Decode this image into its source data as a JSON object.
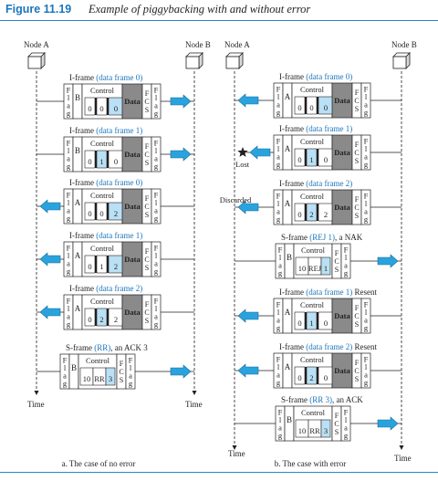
{
  "figure": {
    "number": "Figure 11.19",
    "caption": "Example of piggybacking with and without error"
  },
  "panel_a": {
    "node_left": "Node A",
    "node_right": "Node B",
    "time_left": "Time",
    "time_right": "Time",
    "caption": "a. The case of no error",
    "frames": [
      {
        "type": "I",
        "prefix": "I-frame ",
        "detail": "(data frame 0)",
        "suffix": "",
        "addr": "B",
        "fields": [
          "0",
          "0",
          "0"
        ],
        "hl": [
          2
        ],
        "dir": "right"
      },
      {
        "type": "I",
        "prefix": "I-frame ",
        "detail": "(data frame 1)",
        "suffix": "",
        "addr": "B",
        "fields": [
          "0",
          "1",
          "0"
        ],
        "hl": [
          1
        ],
        "dir": "right"
      },
      {
        "type": "I",
        "prefix": "I-frame ",
        "detail": "(data frame 0)",
        "suffix": "",
        "addr": "A",
        "fields": [
          "0",
          "0",
          "2"
        ],
        "hl": [
          2
        ],
        "dir": "left"
      },
      {
        "type": "I",
        "prefix": "I-frame ",
        "detail": "(data frame 1)",
        "suffix": "",
        "addr": "A",
        "fields": [
          "0",
          "1",
          "2"
        ],
        "hl": [
          2
        ],
        "dir": "left"
      },
      {
        "type": "I",
        "prefix": "I-frame ",
        "detail": "(data frame 2)",
        "suffix": "",
        "addr": "A",
        "fields": [
          "0",
          "2",
          "2"
        ],
        "hl": [
          1
        ],
        "dir": "left"
      },
      {
        "type": "S",
        "prefix": "S-frame ",
        "detail": "(RR)",
        "suffix": ", an ACK 3",
        "addr": "B",
        "fields": [
          "10",
          "RR",
          "3"
        ],
        "hl": [
          2
        ],
        "dir": "right"
      }
    ]
  },
  "panel_b": {
    "node_left": "Node A",
    "node_right": "Node B",
    "time_left": "Time",
    "time_right": "Time",
    "caption": "b. The case with error",
    "lost_label": "Lost",
    "discarded_label": "Discarded",
    "frames": [
      {
        "type": "I",
        "prefix": "I-frame ",
        "detail": "(data frame 0)",
        "suffix": "",
        "addr": "A",
        "fields": [
          "0",
          "0",
          "0"
        ],
        "hl": [
          2
        ],
        "dir": "left"
      },
      {
        "type": "I",
        "prefix": "I-frame ",
        "detail": "(data frame 1)",
        "suffix": "",
        "addr": "A",
        "fields": [
          "0",
          "1",
          "0"
        ],
        "hl": [
          1
        ],
        "dir": "left",
        "status": "lost"
      },
      {
        "type": "I",
        "prefix": "I-frame ",
        "detail": "(data frame 2)",
        "suffix": "",
        "addr": "A",
        "fields": [
          "0",
          "2",
          "2"
        ],
        "hl": [
          1
        ],
        "dir": "left",
        "status": "discarded"
      },
      {
        "type": "S",
        "prefix": "S-frame ",
        "detail": "(REJ 1)",
        "suffix": ", a NAK",
        "addr": "B",
        "fields": [
          "10",
          "REJ",
          "1"
        ],
        "hl": [
          2
        ],
        "dir": "right"
      },
      {
        "type": "I",
        "prefix": "I-frame ",
        "detail": "(data frame 1)",
        "suffix": " Resent",
        "addr": "A",
        "fields": [
          "0",
          "1",
          "0"
        ],
        "hl": [
          1
        ],
        "dir": "left"
      },
      {
        "type": "I",
        "prefix": "I-frame ",
        "detail": "(data frame 2)",
        "suffix": " Resent",
        "addr": "A",
        "fields": [
          "0",
          "2",
          "0"
        ],
        "hl": [
          1
        ],
        "dir": "left"
      },
      {
        "type": "S",
        "prefix": "S-frame ",
        "detail": "(RR 3)",
        "suffix": ", an ACK",
        "addr": "B",
        "fields": [
          "10",
          "RR",
          "3"
        ],
        "hl": [
          2
        ],
        "dir": "right"
      }
    ]
  },
  "labels": {
    "flag_text": "Flag",
    "control_text": "Control",
    "data_text": "Data",
    "fcs_text": "FCS"
  },
  "colors": {
    "accent": "#1b75bb",
    "field_highlight": "#b9e0f4",
    "data_gray": "#8a8a8a",
    "arrow": "#29a3dd",
    "title": "#1b75bb"
  }
}
